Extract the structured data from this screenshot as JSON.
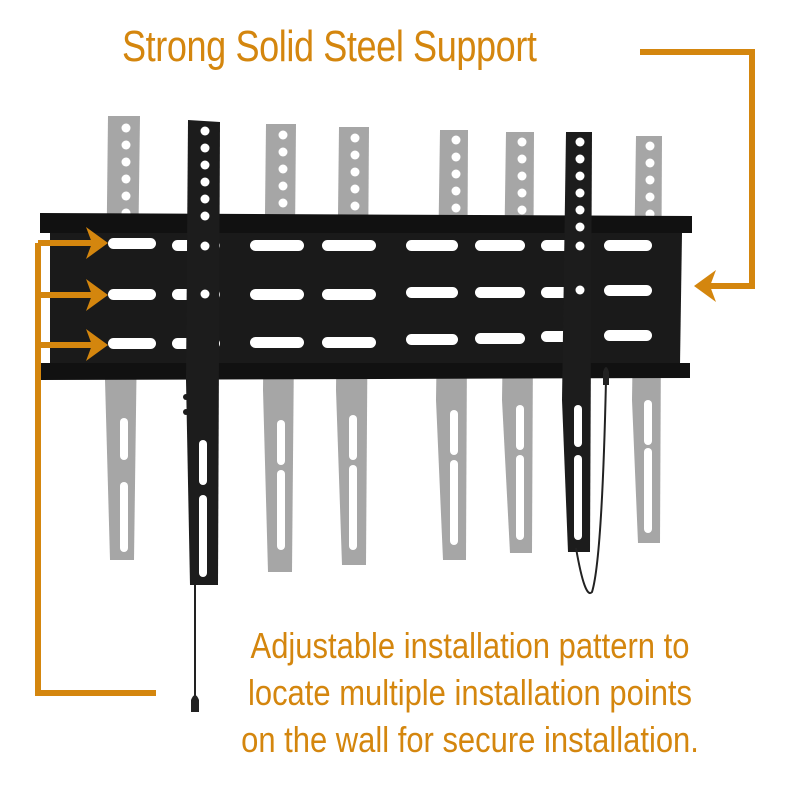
{
  "headline": "Strong Solid Steel Support",
  "caption": {
    "lines": [
      "Adjustable installation pattern to",
      "locate multiple installation points",
      "on the wall for secure installation."
    ]
  },
  "colors": {
    "accent": "#D4860E",
    "plate": "#1a1a1a",
    "arm_black": "#1c1c1c",
    "arm_gray": "#a6a6a6",
    "background": "#ffffff"
  },
  "illustration": {
    "subject": "tv-wall-mount-bracket",
    "wall_plate_slot_rows": 3,
    "vertical_arms": 8,
    "black_arms": 2,
    "gray_arms_ghost_positions": 6,
    "left_arrows": 3,
    "right_arrows": 1
  }
}
